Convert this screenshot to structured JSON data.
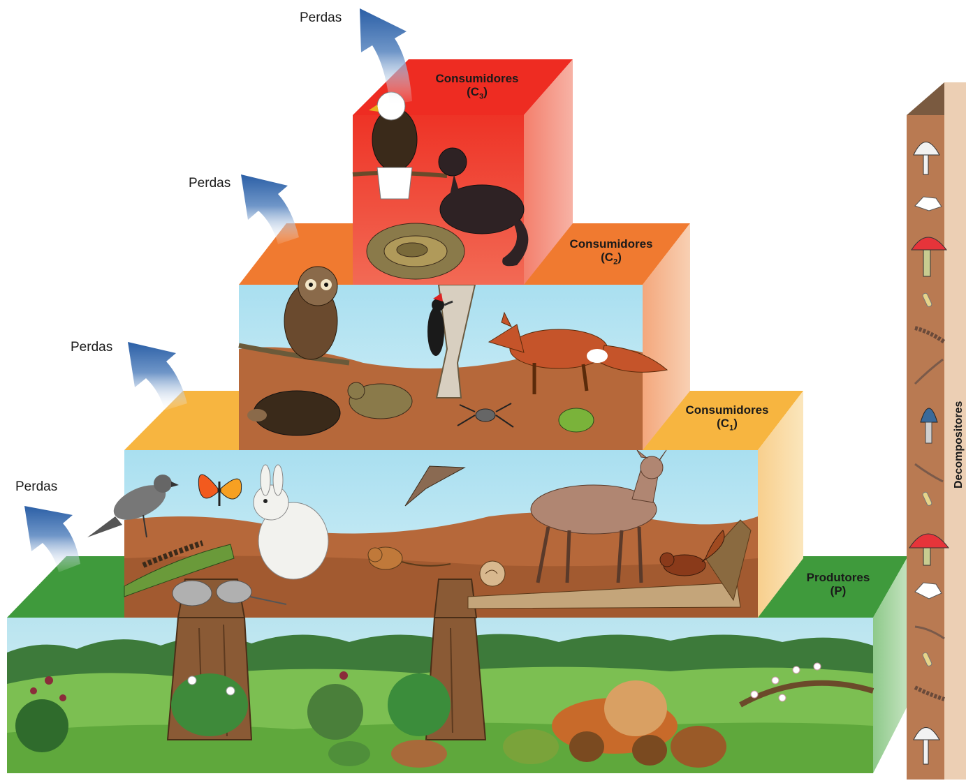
{
  "losses": {
    "label": "Perdas"
  },
  "levels": [
    {
      "id": "c3",
      "name": "Consumidores",
      "symbol": "C",
      "sub": "3",
      "color": "#ee3a2c"
    },
    {
      "id": "c2",
      "name": "Consumidores",
      "symbol": "C",
      "sub": "2",
      "color": "#f0782f"
    },
    {
      "id": "c1",
      "name": "Consumidores",
      "symbol": "C",
      "sub": "1",
      "color": "#f7b53e"
    },
    {
      "id": "p",
      "name": "Produtores",
      "symbol": "P",
      "sub": "",
      "color": "#3e9a3e"
    }
  ],
  "decomposers": {
    "label": "Decompositores",
    "color": "#b97a52"
  },
  "icons": [
    "eagle-icon",
    "mink-icon",
    "snake-icon",
    "owl-icon",
    "woodpecker-icon",
    "fox-icon",
    "hedgehog-icon",
    "frog-icon",
    "spider-icon",
    "beetle-icon",
    "bird-icon",
    "butterfly-icon",
    "rabbit-icon",
    "moth-icon",
    "deer-icon",
    "caterpillar-icon",
    "mouse-icon",
    "snail-icon",
    "squirrel-icon",
    "tree-icon",
    "plant-icon",
    "mushroom-icon",
    "bacteria-icon",
    "loss-arrow-icon"
  ]
}
